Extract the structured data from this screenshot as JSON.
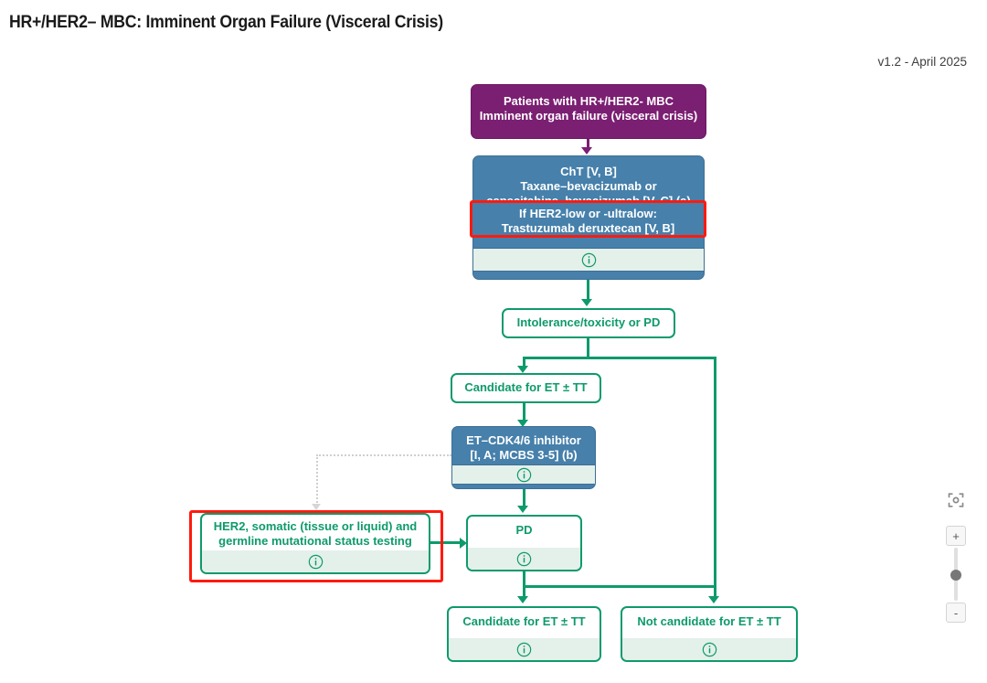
{
  "header": {
    "title": "HR+/HER2– MBC: Imminent Organ Failure (Visceral Crisis)",
    "version": "v1.2 - April 2025"
  },
  "flowchart": {
    "nodes": {
      "patients": {
        "label": "Patients with HR+/HER2- MBC\nImminent organ failure (visceral crisis)",
        "color": "#7B1F72",
        "type": "start"
      },
      "cht": {
        "label": "ChT [V, B]\nTaxane–bevacizumab or\ncapecitabine–bevacizumab [V, C] (a)",
        "color": "#4680AB",
        "type": "treatment",
        "info": "info-icon"
      },
      "her2_low_overlay": {
        "label": "If HER2-low or -ultralow:\nTrastuzumab deruxtecan [V, B]",
        "highlight_color": "#FF1A0E"
      },
      "intolerance": {
        "label": "Intolerance/toxicity or PD",
        "color": "#0E9A6C",
        "type": "decision"
      },
      "candidate_et_1": {
        "label": "Candidate for ET ± TT",
        "color": "#0E9A6C",
        "type": "decision"
      },
      "et_cdk": {
        "label": "ET–CDK4/6 inhibitor\n[I, A; MCBS 3-5] (b)",
        "color": "#4680AB",
        "type": "treatment",
        "info": "info-icon"
      },
      "her2_testing": {
        "label": "HER2, somatic (tissue or liquid) and\ngermline mutational status testing",
        "color": "#0E9A6C",
        "type": "testing",
        "info": "info-icon",
        "highlight_color": "#FF1A0E"
      },
      "pd": {
        "label": "PD",
        "color": "#0E9A6C",
        "type": "decision",
        "info": "info-icon"
      },
      "candidate_et_2": {
        "label": "Candidate for ET ± TT",
        "color": "#0E9A6C",
        "type": "decision",
        "info": "info-icon"
      },
      "not_candidate_et": {
        "label": "Not candidate for ET ± TT",
        "color": "#0E9A6C",
        "type": "decision",
        "info": "info-icon"
      }
    },
    "info_glyph": "i"
  },
  "controls": {
    "fit_icon": "fit-to-screen-icon",
    "zoom_in_label": "+",
    "zoom_out_label": "-"
  },
  "colors": {
    "purple": "#7B1F72",
    "blue": "#4680AB",
    "green": "#0E9A6C",
    "red_highlight": "#FF1A0E",
    "info_bar": "#e4f0ea"
  }
}
